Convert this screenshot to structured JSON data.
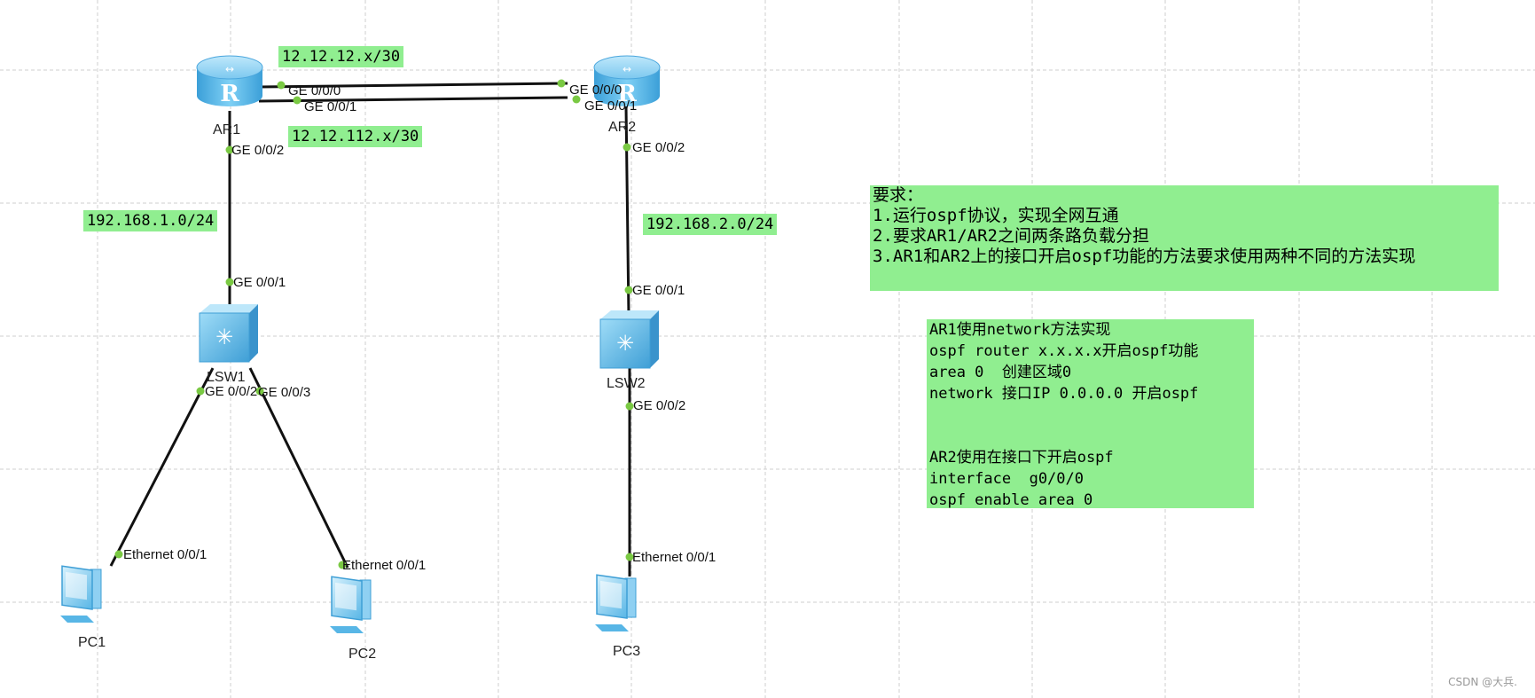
{
  "devices": {
    "ar1": "AR1",
    "ar2": "AR2",
    "lsw1": "LSW1",
    "lsw2": "LSW2",
    "pc1": "PC1",
    "pc2": "PC2",
    "pc3": "PC3"
  },
  "ports": {
    "ar1_g000": "GE 0/0/0",
    "ar1_g001": "GE 0/0/1",
    "ar1_g002": "GE 0/0/2",
    "ar2_g000": "GE 0/0/0",
    "ar2_g001": "GE 0/0/1",
    "ar2_g002": "GE 0/0/2",
    "lsw1_g001": "GE 0/0/1",
    "lsw1_g002": "GE 0/0/2",
    "lsw1_g003": "GE 0/0/3",
    "lsw2_g001": "GE 0/0/1",
    "lsw2_g002": "GE 0/0/2",
    "pc1_eth": "Ethernet 0/0/1",
    "pc2_eth": "Ethernet 0/0/1",
    "pc3_eth": "Ethernet 0/0/1"
  },
  "subnets": {
    "link1": "12.12.12.x/30",
    "link2": "12.12.112.x/30",
    "lan1": "192.168.1.0/24",
    "lan2": "192.168.2.0/24"
  },
  "requirements": {
    "title": "要求：",
    "items": [
      "1.运行ospf协议，实现全网互通",
      "2.要求AR1/AR2之间两条路负载分担",
      "3.AR1和AR2上的接口开启ospf功能的方法要求使用两种不同的方法实现"
    ]
  },
  "config_notes": {
    "ar1_title": "AR1使用network方法实现",
    "ar1_lines": [
      "ospf router x.x.x.x开启ospf功能",
      "area 0  创建区域0",
      "network 接口IP 0.0.0.0 开启ospf"
    ],
    "ar2_title": "AR2使用在接口下开启ospf",
    "ar2_lines": [
      "interface  g0/0/0",
      "ospf enable area 0"
    ]
  },
  "watermark": "CSDN @大兵.",
  "colors": {
    "label_bg": "#90ee90",
    "port_dot": "#7ac943",
    "grid": "#d0d0d0",
    "router_body": "#5ab4e8",
    "switch_body": "#5ab4e8"
  },
  "icons": {
    "router": "router-icon",
    "switch": "switch-icon",
    "pc": "pc-icon"
  }
}
